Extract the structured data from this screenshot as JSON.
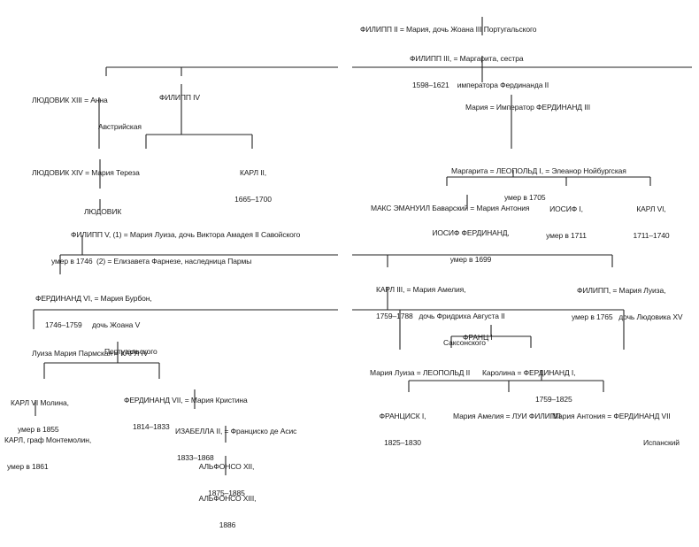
{
  "nodes": {
    "philip2": [
      "ФИЛИПП II = Мария, дочь Жоана III Португальского"
    ],
    "philip3": [
      "ФИЛИПП III, = Маргарита, сестра",
      "1598–1621    императора Фердинанда II"
    ],
    "louis13": [
      "ЛЮДОВИК XIII = Анна",
      "Австрийская"
    ],
    "philip4": [
      "ФИЛИПП IV"
    ],
    "maria_ferd3": [
      "Мария = Император ФЕРДИНАНД III"
    ],
    "louis14": [
      "ЛЮДОВИК XIV = Мария Тереза"
    ],
    "karl2": [
      "КАРЛ II,",
      "1665–1700"
    ],
    "leopold1": [
      "Маргарита = ЛЕОПОЛЬД I, = Элеанор Нойбургская",
      "умер в 1705"
    ],
    "louis": [
      "ЛЮДОВИК"
    ],
    "max_emanuel": [
      "МАКС ЭМАНУИЛ Баварский = Мария Антония"
    ],
    "joseph1": [
      "ИОСИФ I,",
      "умер в 1711"
    ],
    "karl6": [
      "КАРЛ VI,",
      "1711–1740"
    ],
    "philip5": [
      "ФИЛИПП V, (1) = Мария Луиза, дочь Виктора Амадея II Савойского",
      "умер в 1746  (2) = Елизавета Фарнезе, наследница Пармы"
    ],
    "joseph_ferd": [
      "ИОСИФ ФЕРДИНАНД,",
      "умер в 1699"
    ],
    "ferd6": [
      "ФЕРДИНАНД VI, = Мария Бурбон,",
      "1746–1759     дочь Жоана V",
      "Португальского"
    ],
    "karl3": [
      "КАРЛ III, = Мария Амелия,",
      "1759–1788   дочь Фридриха Августа II",
      "Саксонского"
    ],
    "philipp_parma": [
      "ФИЛИПП, = Мария Луиза,",
      "умер в 1765   дочь Людовика XV"
    ],
    "karl4": [
      "Луиза Мария Пармская = КАРЛ IV"
    ],
    "franz1": [
      "ФРАНЦ I"
    ],
    "leopold2": [
      "Мария Луиза = ЛЕОПОЛЬД II"
    ],
    "ferd1": [
      "Каролина = ФЕРДИНАНД I,",
      "1759–1825"
    ],
    "karl6_molina": [
      "КАРЛ VI Молина,",
      "умер в 1855"
    ],
    "ferd7": [
      "ФЕРДИНАНД VII, = Мария Кристина",
      "1814–1833"
    ],
    "francis1": [
      "ФРАНЦИСК I,",
      "1825–1830"
    ],
    "louis_philippe": [
      "Мария Амелия = ЛУИ ФИЛИПП"
    ],
    "ferd7_sp": [
      "Мария Антония = ФЕРДИНАНД VII",
      "Испанский"
    ],
    "isabella2": [
      "ИЗАБЕЛЛА II, = Франциско де Асис",
      "1833–1868"
    ],
    "karl_montemolin": [
      "КАРЛ, граф Монтемолин,",
      "умер в 1861"
    ],
    "alfonso12": [
      "АЛЬФОНСО XII,",
      "1875–1885"
    ],
    "alfonso13": [
      "АЛЬФОНСО XIII,",
      "1886"
    ]
  }
}
